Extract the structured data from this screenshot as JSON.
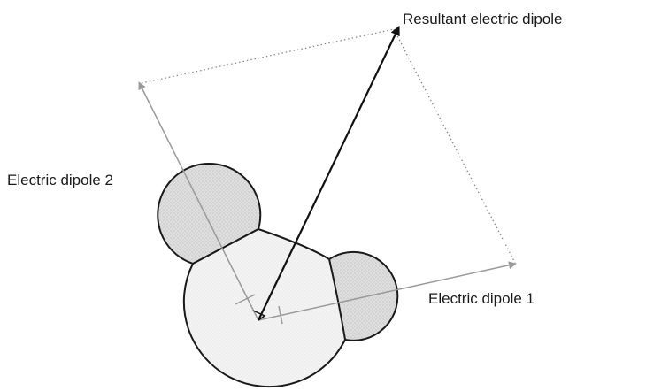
{
  "labels": {
    "resultant": "Resultant electric dipole",
    "dipole_2": "Electric dipole 2",
    "dipole_1": "Electric dipole 1"
  },
  "colors": {
    "background": "#ffffff",
    "atom_fill": "#dcdcdc",
    "central_atom_fill": "#f0f0f0",
    "outline": "#1a1a1a",
    "component_arrow": "#9a9a9a",
    "resultant_arrow": "#111111",
    "construction_line": "#8a8a8a"
  }
}
